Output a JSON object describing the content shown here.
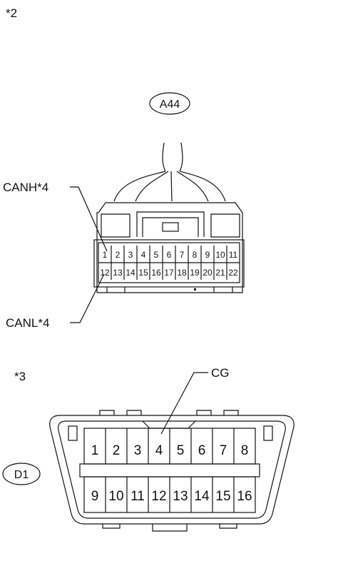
{
  "notes": {
    "top": "*2",
    "bottom": "*3"
  },
  "connector_a": {
    "label": "A44",
    "row1_pins": [
      "1",
      "2",
      "3",
      "4",
      "5",
      "6",
      "7",
      "8",
      "9",
      "10",
      "11"
    ],
    "row2_pins": [
      "12",
      "13",
      "14",
      "15",
      "16",
      "17",
      "18",
      "19",
      "20",
      "21",
      "22"
    ],
    "callout_canh": "CANH*4",
    "callout_canl": "CANL*4"
  },
  "connector_d": {
    "label": "D1",
    "row1_pins": [
      "1",
      "2",
      "3",
      "4",
      "5",
      "6",
      "7",
      "8"
    ],
    "row2_pins": [
      "9",
      "10",
      "11",
      "12",
      "13",
      "14",
      "15",
      "16"
    ],
    "callout_cg": "CG"
  }
}
